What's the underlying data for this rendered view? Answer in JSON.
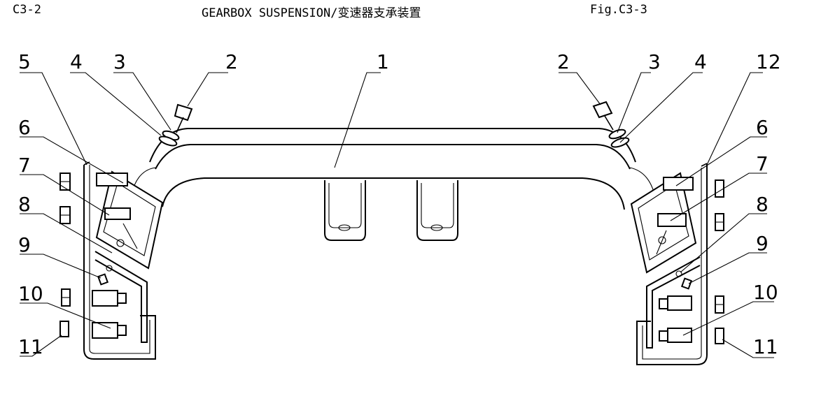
{
  "header": {
    "left": "C3-2",
    "center": "GEARBOX SUSPENSION/变速器支承装置",
    "right": "Fig.C3-3"
  },
  "callouts": {
    "left_top": [
      "5",
      "4",
      "3",
      "2",
      "1"
    ],
    "right_top": [
      "2",
      "3",
      "4",
      "12"
    ],
    "left_side": [
      "6",
      "7",
      "8",
      "9",
      "10",
      "11"
    ],
    "right_side": [
      "6",
      "7",
      "8",
      "9",
      "10",
      "11"
    ]
  }
}
